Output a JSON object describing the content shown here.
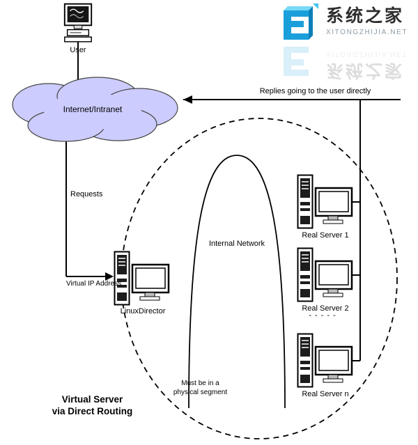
{
  "logo": {
    "title": "系统之家",
    "subtitle": "XITONGZHIJIA.NET",
    "accent": "#1a9fdb"
  },
  "cloud": {
    "label": "Internet/Intranet",
    "fill": "#ccccfe"
  },
  "nodes": {
    "user": "User",
    "director": "LinuxDirector",
    "server1": "Real Server 1",
    "server2": "Real Server 2",
    "servern": "Real Server n"
  },
  "annotations": {
    "replies": "Replies going to the user directly",
    "requests": "Requests",
    "vip": "Virtual IP Address",
    "internal": "Internal Network",
    "segment": "Must be in a\nphysical segment",
    "ellipsis": "- - - - -",
    "title": "Virtual Server\nvia Direct Routing"
  }
}
